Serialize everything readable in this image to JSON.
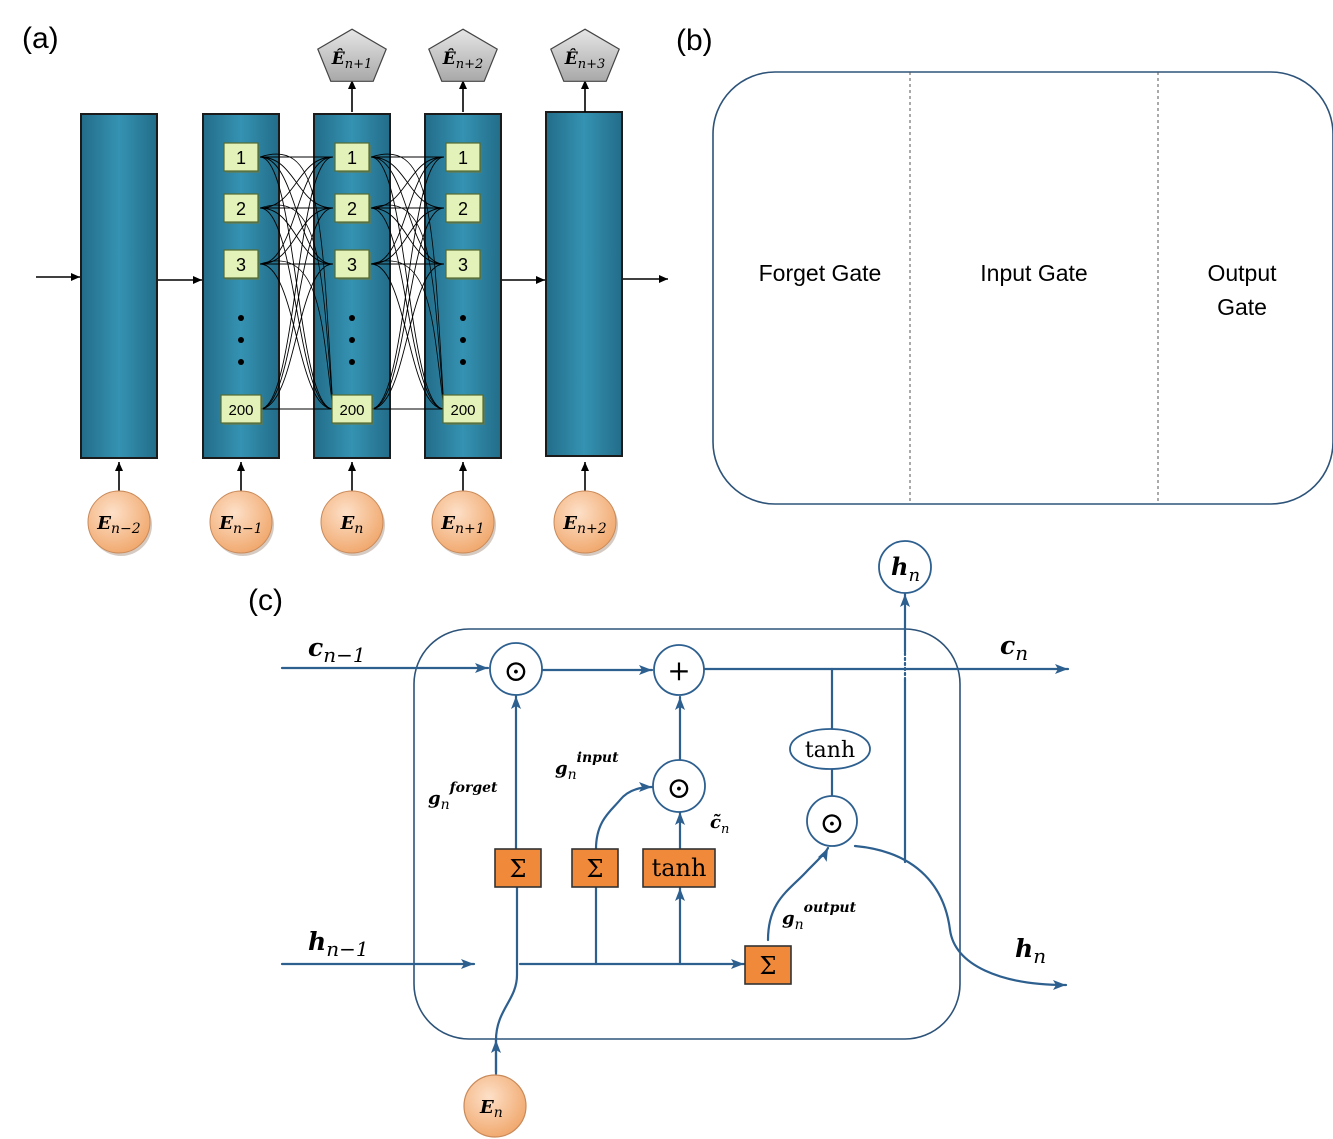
{
  "panels": {
    "a": "(a)",
    "b": "(b)",
    "c": "(c)"
  },
  "panel_a": {
    "node_labels": [
      "1",
      "2",
      "3",
      "200"
    ],
    "inputs": [
      {
        "base": "E",
        "sub": "n−2"
      },
      {
        "base": "E",
        "sub": "n−1"
      },
      {
        "base": "E",
        "sub": "n"
      },
      {
        "base": "E",
        "sub": "n+1"
      },
      {
        "base": "E",
        "sub": "n+2"
      }
    ],
    "outputs": [
      {
        "base": "Ê",
        "sub": "n+1"
      },
      {
        "base": "Ê",
        "sub": "n+2"
      },
      {
        "base": "Ê",
        "sub": "n+3"
      }
    ]
  },
  "panel_b": {
    "gates": [
      "Forget Gate",
      "Input Gate",
      "Output",
      "Gate"
    ]
  },
  "panel_c": {
    "c_prev": {
      "base": "c",
      "sub": "n−1"
    },
    "c_next": {
      "base": "c",
      "sub": "n"
    },
    "h_prev": {
      "base": "h",
      "sub": "n−1"
    },
    "h_next": {
      "base": "h",
      "sub": "n"
    },
    "h_top": {
      "base": "h",
      "sub": "n"
    },
    "e_in": {
      "base": "E",
      "sub": "n"
    },
    "g_forget": {
      "base": "g",
      "sub": "n",
      "sup": "forget"
    },
    "g_input": {
      "base": "g",
      "sub": "n",
      "sup": "input"
    },
    "g_output": {
      "base": "g",
      "sub": "n",
      "sup": "output"
    },
    "c_tilde": {
      "base": "c̃",
      "sub": "n"
    },
    "sigma": "Σ",
    "tanh": "tanh",
    "odot": "⊙",
    "plus": "+"
  },
  "colors": {
    "teal": "#2e86a5",
    "node_green": "#e3f2b8",
    "input_orange": "#f5b98a",
    "output_gray": "#c7c7c7",
    "op_orange": "#f08a3a",
    "line_blue": "#2d5f8f"
  }
}
